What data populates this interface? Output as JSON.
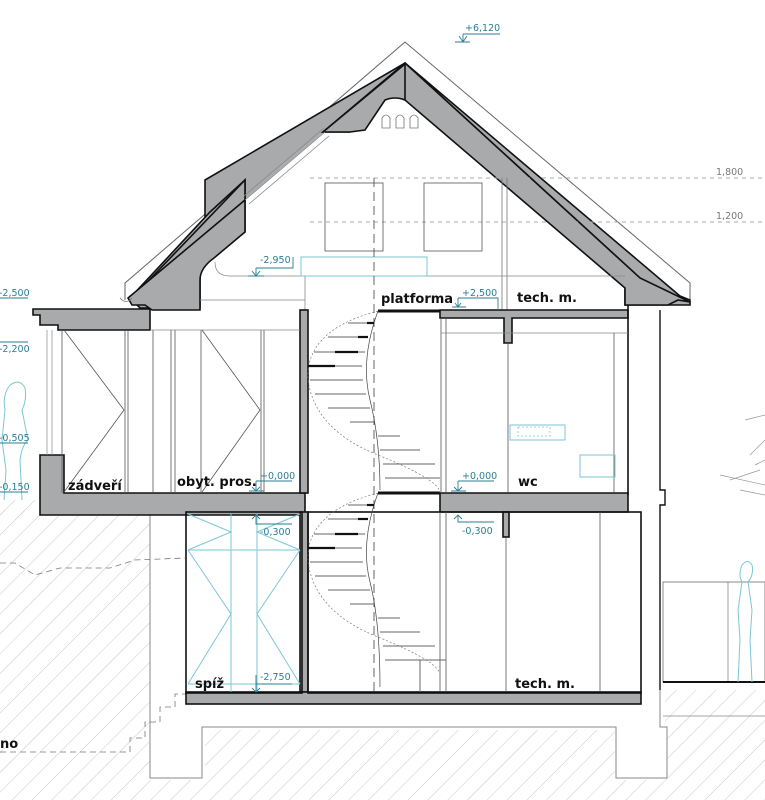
{
  "drawing": {
    "type": "architectural-section",
    "colors": {
      "cut_fill": "#a8aaac",
      "outline": "#111111",
      "level_marker": "#2a7f93",
      "furniture": "#7cc6d6",
      "guide": "#aaaaaa"
    }
  },
  "rooms": {
    "zadveri": "zádveří",
    "obyt_pros": "obyt. pros.",
    "platforma": "platforma",
    "tech_m_upper": "tech. m.",
    "wc": "wc",
    "spiz": "spíž",
    "tech_m_lower": "tech. m.",
    "partial_left": "no"
  },
  "levels": {
    "ridge": "+6,120",
    "guide_1800": "1,800",
    "guide_1200": "1,200",
    "attic_floor": "-2,950",
    "platform": "+2,500",
    "ground_zero_left": "+0,000",
    "ground_zero_right": "+0,000",
    "cellar_top_left": "-0,300",
    "cellar_top_right": "-0,300",
    "cellar_floor": "-2,750",
    "left_2500": "-2,500",
    "left_2200": "-2,200",
    "left_0505": "-0,505",
    "left_0150": "-0,150"
  }
}
